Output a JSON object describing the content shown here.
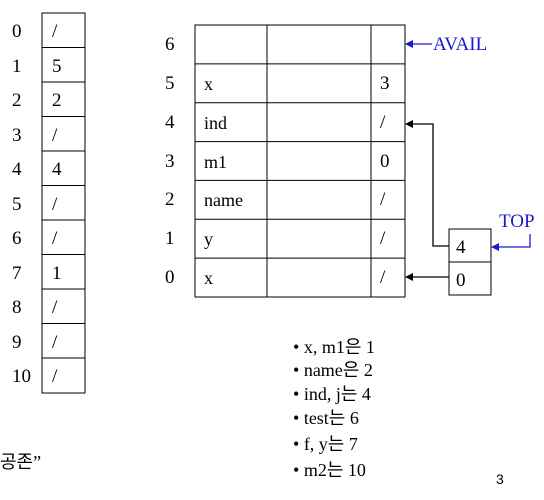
{
  "left_table": {
    "indices": [
      "0",
      "1",
      "2",
      "3",
      "4",
      "5",
      "6",
      "7",
      "8",
      "9",
      "10"
    ],
    "values": [
      "/",
      "5",
      "2",
      "/",
      "4",
      "/",
      "/",
      "1",
      "/",
      "/",
      "/"
    ]
  },
  "main_table": {
    "row_labels": [
      "6",
      "5",
      "4",
      "3",
      "2",
      "1",
      "0"
    ],
    "rows": [
      {
        "name": "",
        "mid": "",
        "link": ""
      },
      {
        "name": "x",
        "mid": "",
        "link": "3"
      },
      {
        "name": "ind",
        "mid": "",
        "link": "/"
      },
      {
        "name": "m1",
        "mid": "",
        "link": "0"
      },
      {
        "name": "name",
        "mid": "",
        "link": "/"
      },
      {
        "name": "y",
        "mid": "",
        "link": "/"
      },
      {
        "name": "x",
        "mid": "",
        "link": "/"
      }
    ]
  },
  "avail_label": "AVAIL",
  "top_label": "TOP",
  "stack": [
    "4",
    "0"
  ],
  "notes": [
    "x, m1은 1",
    "name은 2",
    "ind, j는 4",
    "test는 6",
    "f, y는 7",
    "m2는 10"
  ],
  "partial_text": "공존”",
  "page_number": "3",
  "colors": {
    "label_blue": "#1a1acc"
  }
}
